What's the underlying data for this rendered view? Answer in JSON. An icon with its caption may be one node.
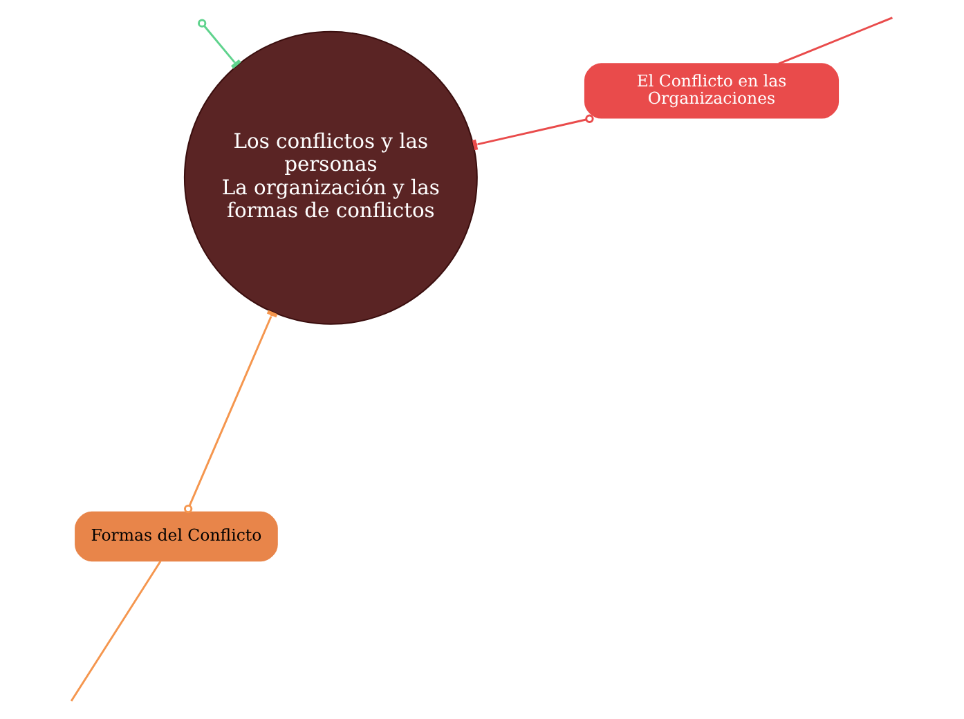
{
  "diagram": {
    "nodes": [
      {
        "text": [
          "Los conflictos y las personas",
          "La organización y las formas de conflictos"
        ]
      },
      {
        "text": [
          "El Conflicto en las Organizaciones"
        ]
      },
      {
        "text": [
          "Formas del Conflicto"
        ]
      }
    ],
    "edges": [
      {
        "from": null,
        "to": 0,
        "arrow": "other",
        "color": "#5fd38d"
      },
      {
        "from": 1,
        "to": 0,
        "arrow": "other",
        "color": "#e94b4b"
      },
      {
        "from": 2,
        "to": 0,
        "arrow": "other",
        "color": "#f5964e"
      },
      {
        "from": 1,
        "to": null,
        "arrow": "none",
        "color": "#e94b4b"
      },
      {
        "from": 2,
        "to": null,
        "arrow": "none",
        "color": "#f5964e"
      }
    ]
  }
}
